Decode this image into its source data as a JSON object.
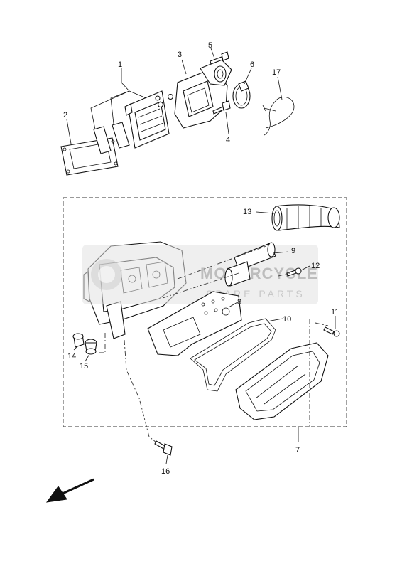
{
  "diagram": {
    "labels": {
      "p1": "1",
      "p2": "2",
      "p3": "3",
      "p4": "4",
      "p5": "5",
      "p6": "6",
      "p7": "7",
      "p8": "8",
      "p9": "9",
      "p10": "10",
      "p11": "11",
      "p12": "12",
      "p13": "13",
      "p14": "14",
      "p15": "15",
      "p16": "16",
      "p17": "17"
    }
  },
  "watermark": {
    "brand": "MOTORCYCLE",
    "sub": "SPARE PARTS"
  }
}
